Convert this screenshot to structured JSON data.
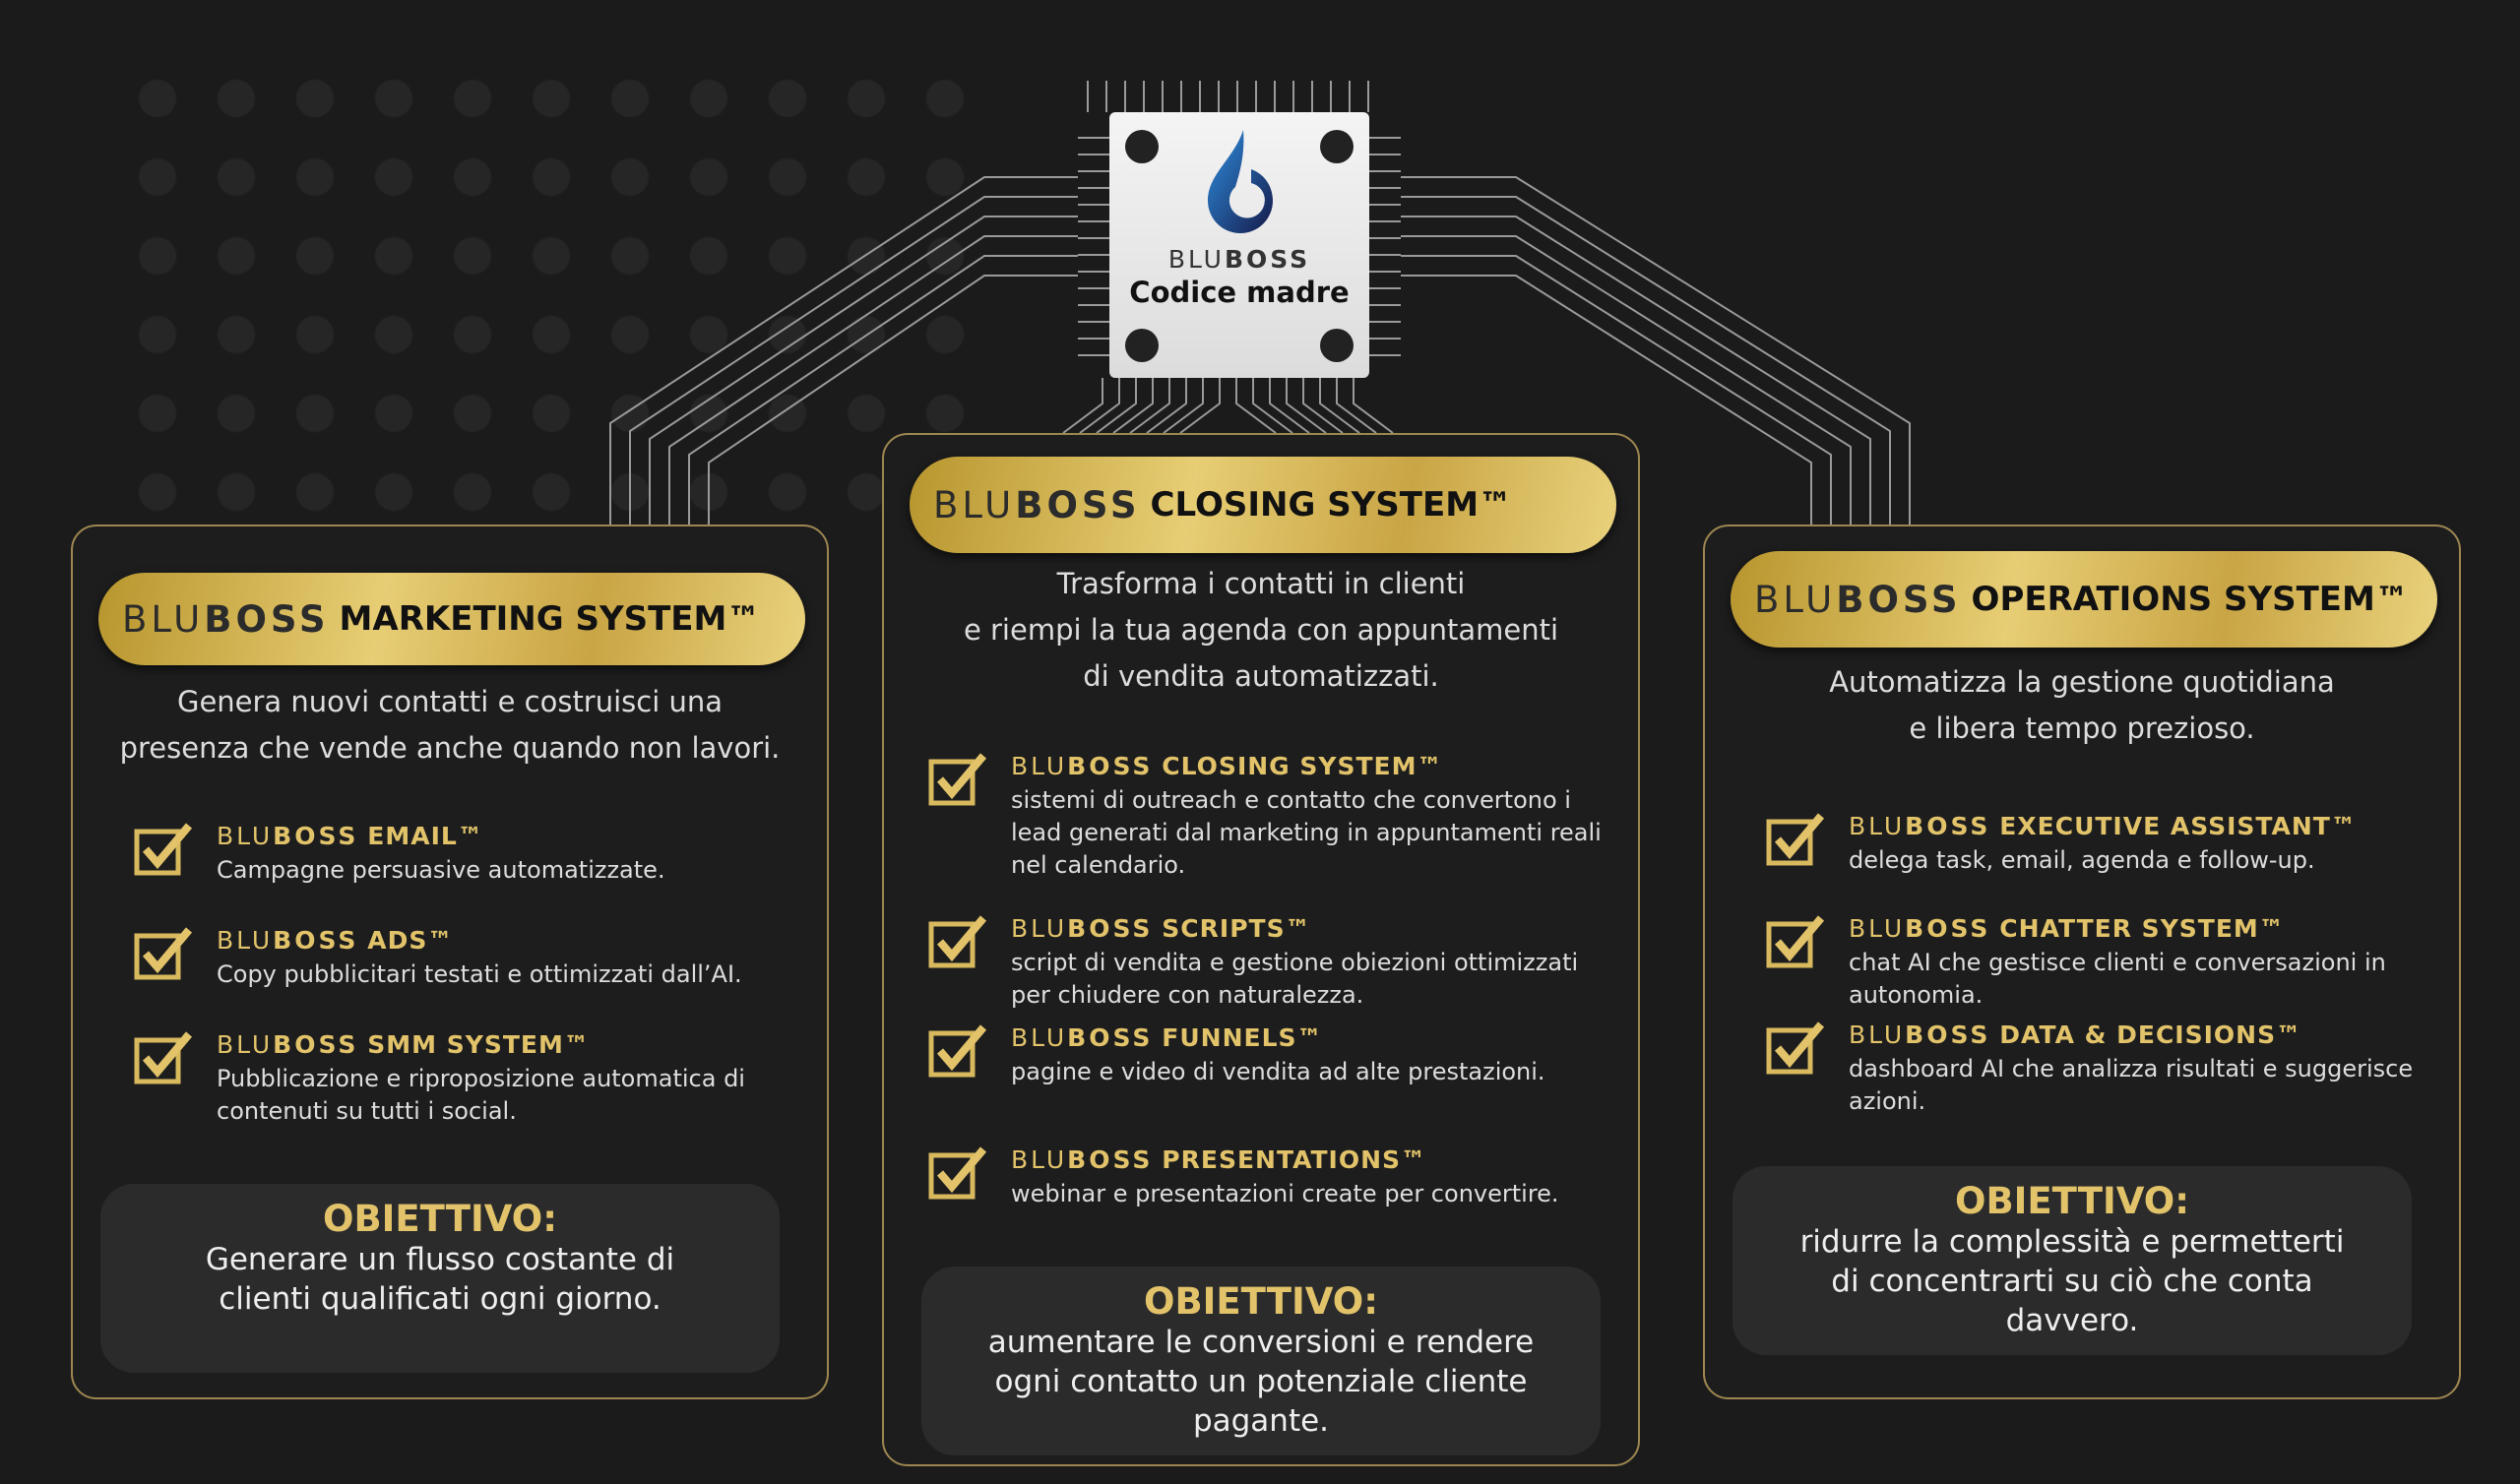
{
  "chip": {
    "brand_light": "BLU",
    "brand_bold": "BOSS",
    "name": "Codice madre"
  },
  "colors": {
    "gold": "#e2c36a",
    "border": "#9d8650",
    "background": "#1b1b1c"
  },
  "cards": [
    {
      "brand_light": "BLU",
      "brand_bold": "BOSS",
      "title": "MARKETING SYSTEM™",
      "desc": [
        "Genera nuovi contatti e costruisci una",
        "presenza che vende anche quando non lavori."
      ],
      "items": [
        {
          "name": "EMAIL™",
          "desc": "Campagne persuasive automatizzate."
        },
        {
          "name": "ADS™",
          "desc": "Copy pubblicitari testati e ottimizzati dall’AI."
        },
        {
          "name": "SMM SYSTEM™",
          "desc": "Pubblicazione e riproposizione automatica di contenuti su tutti i social."
        }
      ],
      "obj_title": "OBIETTIVO:",
      "obj_text": "Generare un flusso costante di clienti qualificati ogni giorno."
    },
    {
      "brand_light": "BLU",
      "brand_bold": "BOSS",
      "title": "CLOSING SYSTEM™",
      "desc": [
        "Trasforma i contatti in clienti",
        "e riempi la tua agenda con appuntamenti",
        "di vendita automatizzati."
      ],
      "items": [
        {
          "name": "CLOSING SYSTEM™",
          "desc": "sistemi di outreach e contatto che convertono i lead generati dal marketing in appuntamenti reali nel calendario."
        },
        {
          "name": "SCRIPTS™",
          "desc": "script di vendita e gestione obiezioni ottimizzati per chiudere con naturalezza."
        },
        {
          "name": "FUNNELS™",
          "desc": "pagine e video di vendita ad alte prestazioni."
        },
        {
          "name": "PRESENTATIONS™",
          "desc": "webinar e presentazioni create per convertire."
        }
      ],
      "obj_title": "OBIETTIVO:",
      "obj_text": "aumentare le conversioni e rendere ogni contatto un potenziale cliente pagante."
    },
    {
      "brand_light": "BLU",
      "brand_bold": "BOSS",
      "title": "OPERATIONS SYSTEM™",
      "desc": [
        "Automatizza la gestione quotidiana",
        "e libera tempo prezioso."
      ],
      "items": [
        {
          "name": "EXECUTIVE ASSISTANT™",
          "desc": "delega task, email, agenda e follow-up."
        },
        {
          "name": "CHATTER SYSTEM™",
          "desc": "chat AI che gestisce clienti e conversazioni in autonomia."
        },
        {
          "name": "DATA & DECISIONS™",
          "desc": "dashboard AI che analizza risultati e suggerisce azioni."
        }
      ],
      "obj_title": "OBIETTIVO:",
      "obj_text": "ridurre la complessità e permetterti di concentrarti su ciò che conta davvero."
    }
  ]
}
